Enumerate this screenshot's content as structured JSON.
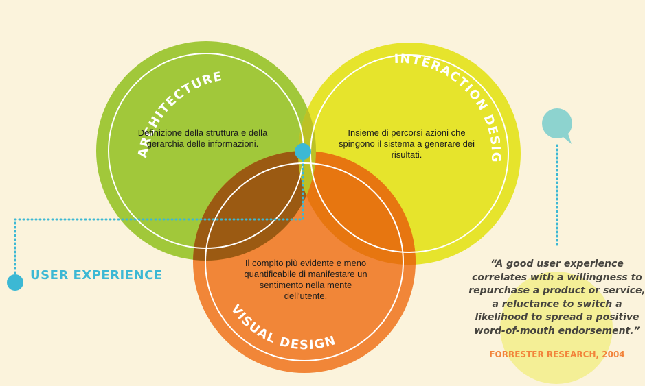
{
  "circles": {
    "architecture": {
      "title": "ARCHITECTURE",
      "description": "Definizione della struttura e della gerarchia delle informazioni.",
      "color": "#a1c83a"
    },
    "interaction": {
      "title": "INTERACTION DESIGN",
      "description": "Insieme di percorsi azioni che spingono il sistema a generare dei risultati.",
      "color": "#e4e221"
    },
    "visual": {
      "title": "VISUAL DESIGN",
      "description": "Il compito più evidente e meno quantificabile di manifestare un sentimento nella mente dell'utente.",
      "color": "#f07f2e"
    }
  },
  "user_experience": {
    "label": "USER EXPERIENCE",
    "color": "#3cb8d4"
  },
  "quote": {
    "text": "“A good user experience correlates with a willingness to repurchase a product or service, a reluctance to switch a likelihood to spread a positive word-of-mouth endorsement.”",
    "source": "FORRESTER RESEARCH, 2004",
    "source_color": "#f2833a"
  }
}
